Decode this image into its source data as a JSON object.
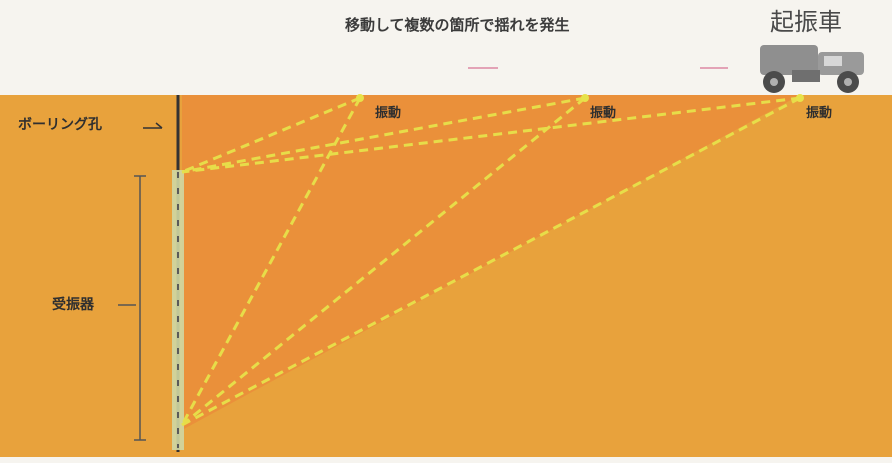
{
  "caption": "移動して複数の箇所で揺れを発生",
  "vehicle_label": "起振車",
  "borehole_label": "ボーリング孔",
  "receiver_label": "受振器",
  "source_labels": [
    "振動",
    "振動",
    "振動"
  ],
  "colors": {
    "background": "#f6f4ef",
    "ground": "#e8a23c",
    "ray_zone": "#eb8a3a",
    "ray": "#e7e24a",
    "borehole": "#333333",
    "receiver": "#cfd7a3",
    "vehicle": "#8f8f8f",
    "text": "#2f2f2f"
  },
  "icons": {
    "vehicle": "vibrator-truck-icon"
  }
}
